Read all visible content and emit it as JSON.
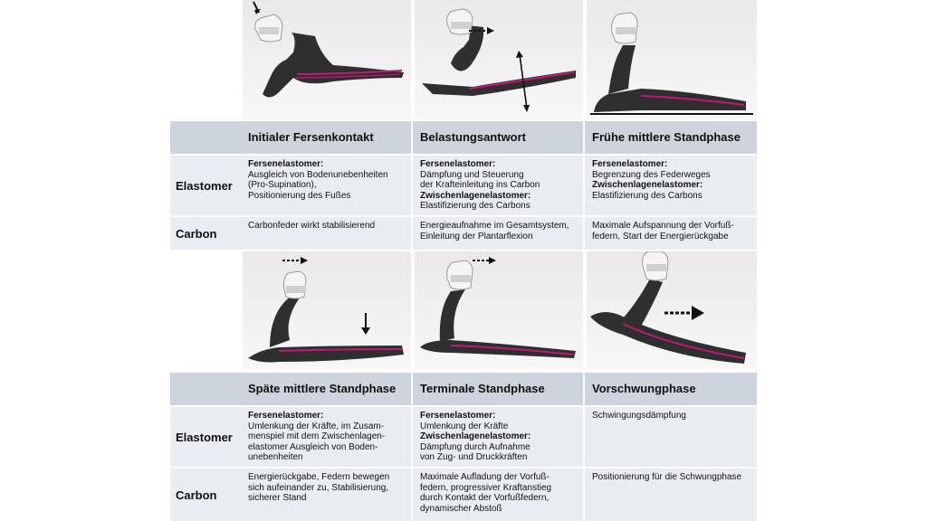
{
  "top": {
    "phases": [
      "Initialer Fersenkontakt",
      "Belastungsantwort",
      "Frühe mittlere Standphase"
    ],
    "elastomer_label": "Elastomer",
    "carbon_label": "Carbon",
    "elastomer": [
      [
        {
          "text": "Fersenelastomer:",
          "bold": true
        },
        {
          "text": "Ausgleich von Bodenunebenheiten",
          "bold": false
        },
        {
          "text": "(Pro-Supination),",
          "bold": false
        },
        {
          "text": "Positionierung des Fußes",
          "bold": false
        }
      ],
      [
        {
          "text": "Fersenelastomer:",
          "bold": true
        },
        {
          "text": "Dämpfung und Steuerung",
          "bold": false
        },
        {
          "text": "der Krafteinleitung ins Carbon",
          "bold": false
        },
        {
          "text": "Zwischenlagenelastomer:",
          "bold": true
        },
        {
          "text": "Elastifizierung des Carbons",
          "bold": false
        }
      ],
      [
        {
          "text": "Fersenelastomer:",
          "bold": true
        },
        {
          "text": "Begrenzung des Federweges",
          "bold": false
        },
        {
          "text": "Zwischenlagenelastomer:",
          "bold": true
        },
        {
          "text": "Elastifizierung des Carbons",
          "bold": false
        }
      ]
    ],
    "carbon": [
      [
        {
          "text": "Carbonfeder wirkt stabilisierend",
          "bold": false
        }
      ],
      [
        {
          "text": "Energieaufnahme im Gesamtsystem,",
          "bold": false
        },
        {
          "text": "Einleitung der Plantarflexion",
          "bold": false
        }
      ],
      [
        {
          "text": "Maximale Aufspannung der Vorfuß-",
          "bold": false
        },
        {
          "text": "federn, Start der Energierückgabe",
          "bold": false
        }
      ]
    ]
  },
  "bottom": {
    "phases": [
      "Späte mittlere Standphase",
      "Terminale Standphase",
      "Vorschwungphase"
    ],
    "elastomer_label": "Elastomer",
    "carbon_label": "Carbon",
    "elastomer": [
      [
        {
          "text": "Fersenelastomer:",
          "bold": true
        },
        {
          "text": "Umlenkung der Kräfte, im Zusam-",
          "bold": false
        },
        {
          "text": "menspiel mit dem Zwischenlagen-",
          "bold": false
        },
        {
          "text": "elastomer Ausgleich von Boden-",
          "bold": false
        },
        {
          "text": "unebenheiten",
          "bold": false
        }
      ],
      [
        {
          "text": "Fersenelastomer:",
          "bold": true
        },
        {
          "text": "Umlenkung der Kräfte",
          "bold": false
        },
        {
          "text": "Zwischenlagenelastomer:",
          "bold": true
        },
        {
          "text": "Dämpfung durch Aufnahme",
          "bold": false
        },
        {
          "text": "von Zug- und Druckkräften",
          "bold": false
        }
      ],
      [
        {
          "text": "Schwingungsdämpfung",
          "bold": false
        }
      ]
    ],
    "carbon": [
      [
        {
          "text": "Energierückgabe, Federn bewegen",
          "bold": false
        },
        {
          "text": "sich aufeinander zu, Stabilisierung,",
          "bold": false
        },
        {
          "text": "sicherer Stand",
          "bold": false
        }
      ],
      [
        {
          "text": "Maximale Aufladung der Vorfuß-",
          "bold": false
        },
        {
          "text": "federn, progressiver Kraftanstieg",
          "bold": false
        },
        {
          "text": "durch Kontakt der Vorfußfedern,",
          "bold": false
        },
        {
          "text": "dynamischer Abstoß",
          "bold": false
        }
      ],
      [
        {
          "text": "Positionierung für die Schwungphase",
          "bold": false
        }
      ]
    ]
  },
  "colors": {
    "header_bg": "#cdd4dd",
    "row_bg": "#e9edf1",
    "carbon": "#2f2f2f",
    "elastomer_stripe": "#c0187a",
    "adapter": "#f4f4f4"
  },
  "icons": [
    "prosthetic-foot-illustration",
    "force-arrow-icon",
    "dashed-arrow-icon",
    "double-arrow-icon"
  ]
}
